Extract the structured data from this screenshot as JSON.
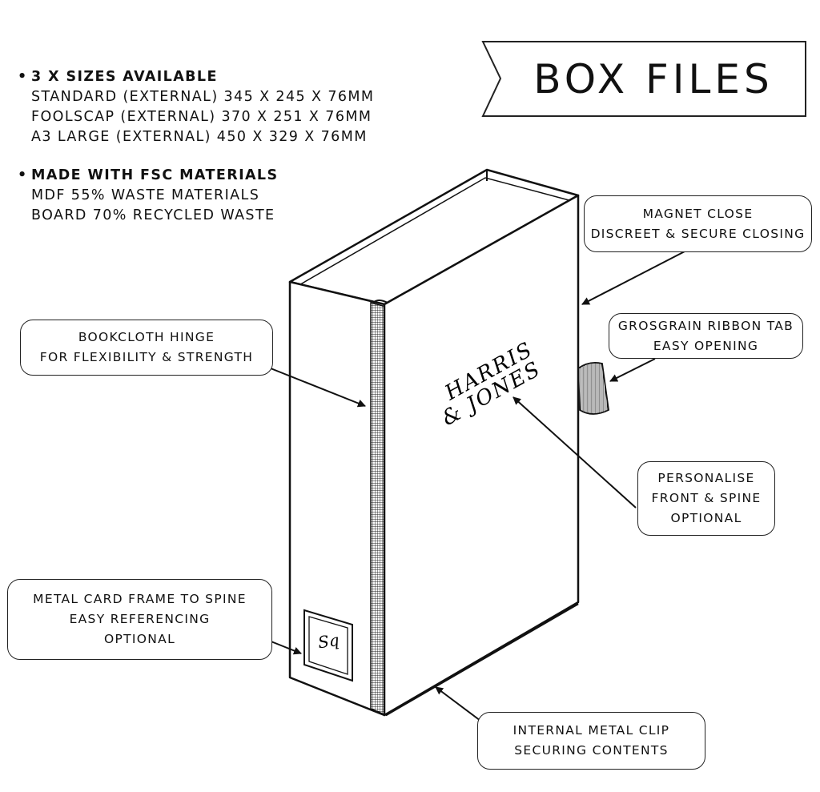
{
  "title": "BOX FILES",
  "specs": {
    "sizes": {
      "heading": "3 X SIZES AVAILABLE",
      "lines": [
        "STANDARD (EXTERNAL) 345 X 245 X 76MM",
        "FOOLSCAP (EXTERNAL) 370 X 251 X 76MM",
        "A3 LARGE (EXTERNAL) 450 X 329 X 76MM"
      ]
    },
    "materials": {
      "heading": "MADE WITH FSC MATERIALS",
      "lines": [
        "MDF 55% WASTE MATERIALS",
        "BOARD 70% RECYCLED WASTE"
      ]
    }
  },
  "box": {
    "brand_line1": "HARRIS",
    "brand_line2": "& JONES",
    "card_text": "Sq"
  },
  "callouts": {
    "magnet": [
      "MAGNET CLOSE",
      "DISCREET & SECURE CLOSING"
    ],
    "ribbon": [
      "GROSGRAIN RIBBON TAB",
      "EASY OPENING"
    ],
    "hinge": [
      "BOOKCLOTH HINGE",
      "FOR FLEXIBILITY & STRENGTH"
    ],
    "personalise": [
      "PERSONALISE",
      "FRONT & SPINE",
      "OPTIONAL"
    ],
    "card_frame": [
      "METAL CARD FRAME TO SPINE",
      "EASY REFERENCING",
      "OPTIONAL"
    ],
    "clip": [
      "INTERNAL METAL CLIP",
      "SECURING CONTENTS"
    ]
  }
}
